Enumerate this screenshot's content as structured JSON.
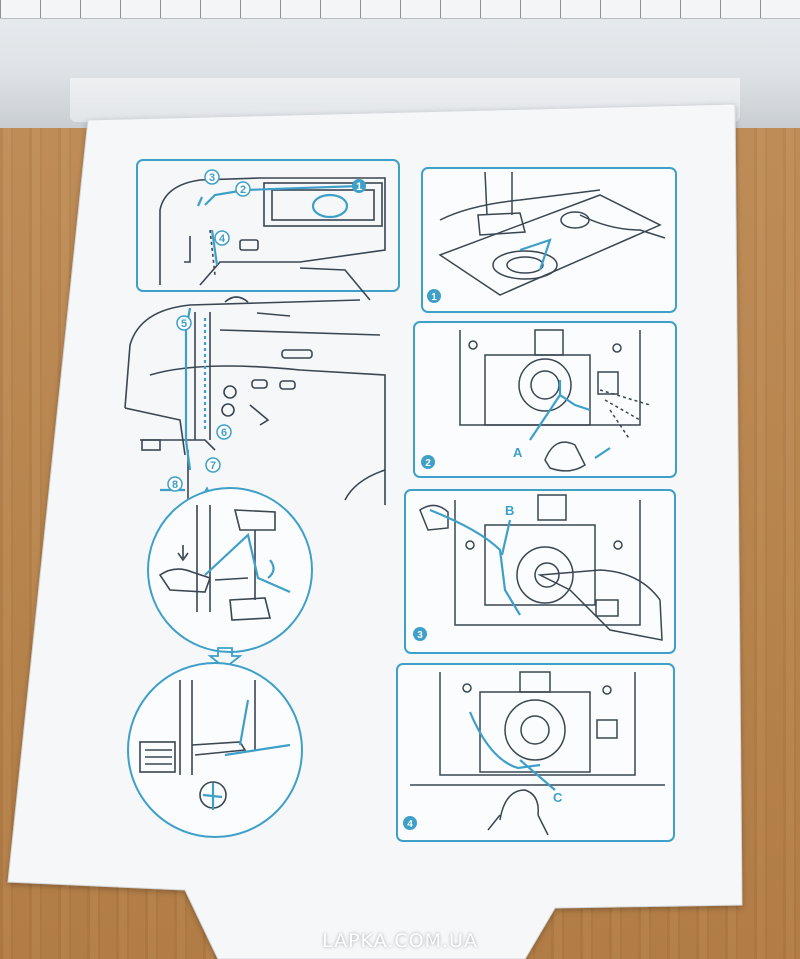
{
  "scene": {
    "description_colors": {
      "card": "#f6f7f9",
      "line_art": "#3a4652",
      "accent_blue": "#3ea0c8",
      "table_wood": "#bf8e58"
    }
  },
  "panels": {
    "step_one": "1",
    "step_two": "2",
    "step_three": "3",
    "step_four": "4"
  },
  "callouts": {
    "a": "A",
    "b": "B",
    "c": "C"
  },
  "thread_steps": [
    "1",
    "2",
    "3",
    "4",
    "5",
    "6",
    "7",
    "8"
  ],
  "watermark": "LAPKA.COM.UA"
}
